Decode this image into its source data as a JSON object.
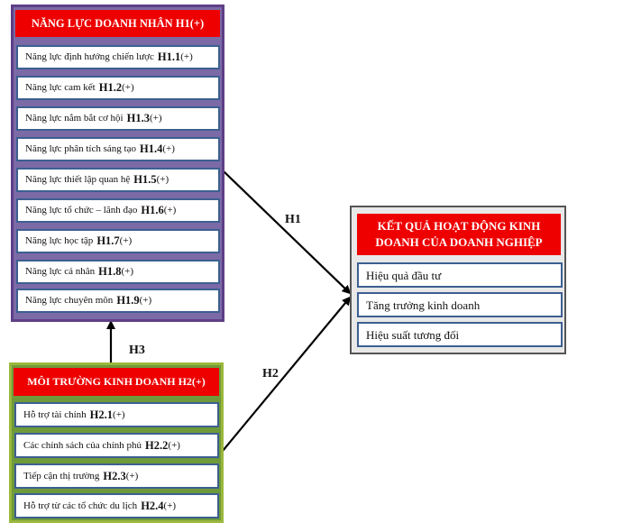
{
  "competence": {
    "title": "NĂNG LỰC DOANH NHÂN H1(+)",
    "items": [
      {
        "label": "Năng lực định hướng chiến lược",
        "code": "H1.1",
        "sign": "(+)"
      },
      {
        "label": "Năng lực cam kết",
        "code": "H1.2",
        "sign": "(+)"
      },
      {
        "label": "Năng lực nắm bắt cơ hội",
        "code": "H1.3",
        "sign": "(+)"
      },
      {
        "label": "Năng lực phân tích sáng tạo",
        "code": "H1.4",
        "sign": "(+)"
      },
      {
        "label": "Năng lực thiết lập quan hệ",
        "code": "H1.5",
        "sign": "(+)"
      },
      {
        "label": "Năng lực tổ chức – lãnh đạo",
        "code": "H1.6",
        "sign": "(+)"
      },
      {
        "label": "Năng lực học tập",
        "code": "H1.7",
        "sign": "(+)"
      },
      {
        "label": "Năng lực cá nhân",
        "code": "H1.8",
        "sign": "(+)"
      },
      {
        "label": "Năng lực chuyên môn",
        "code": "H1.9",
        "sign": "(+)"
      }
    ]
  },
  "environment": {
    "title": "MÔI TRƯỜNG KINH DOANH H2(+)",
    "items": [
      {
        "label": "Hỗ trợ tài chính",
        "code": "H2.1",
        "sign": "(+)"
      },
      {
        "label": "Các chính sách của chính phủ",
        "code": "H2.2",
        "sign": "(+)"
      },
      {
        "label": "Tiếp cận thị trường",
        "code": "H2.3",
        "sign": "(+)"
      },
      {
        "label": "Hỗ trợ từ các tổ chức du lịch",
        "code": "H2.4",
        "sign": "(+)"
      }
    ]
  },
  "performance": {
    "title_line1": "KẾT QUẢ HOẠT ĐỘNG KINH",
    "title_line2": "DOANH CỦA DOANH NGHIỆP",
    "items": [
      {
        "label": "Hiệu quả đầu tư"
      },
      {
        "label": "Tăng trưởng kinh doanh"
      },
      {
        "label": "Hiệu suất tương đối"
      }
    ]
  },
  "arrows": {
    "h1_label": "H1",
    "h2_label": "H2",
    "h3_label": "H3"
  },
  "colors": {
    "competence_border": "#7a4f9e",
    "competence_fill": "#7b6aa6",
    "environment_border": "#9ab83c",
    "environment_fill": "#6f9a3a",
    "performance_border": "#666666",
    "performance_fill": "#e8e8e8",
    "header_red": "#ee0000",
    "item_border": "#3c5f91"
  }
}
